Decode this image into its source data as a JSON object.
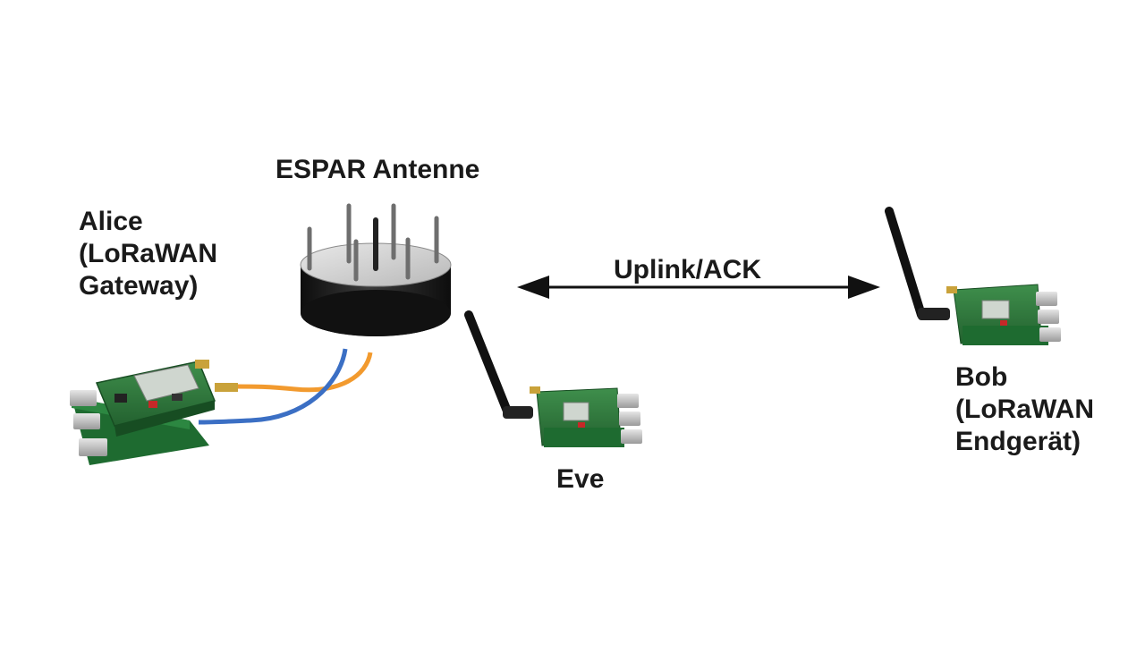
{
  "labels": {
    "espar": "ESPAR Antenne",
    "alice": [
      "Alice",
      "(LoRaWAN",
      "Gateway)"
    ],
    "eve": "Eve",
    "bob": [
      "Bob",
      "(LoRaWAN",
      "Endgerät)"
    ],
    "link": "Uplink/ACK"
  },
  "colors": {
    "pcb_green": "#2f7a3c",
    "pcb_dark": "#1f5a2a",
    "antenna_body": "#1b1b1b",
    "antenna_top": "#cfcfcf",
    "cable_orange": "#f29a2e",
    "cable_blue": "#3b6fc4",
    "arrow": "#111111",
    "connector_gold": "#c9a23a"
  },
  "icons": {
    "alice_device": "lora-gateway-board-icon",
    "espar": "espar-antenna-icon",
    "eve_device": "lora-node-board-icon",
    "bob_device": "lora-node-board-icon"
  }
}
